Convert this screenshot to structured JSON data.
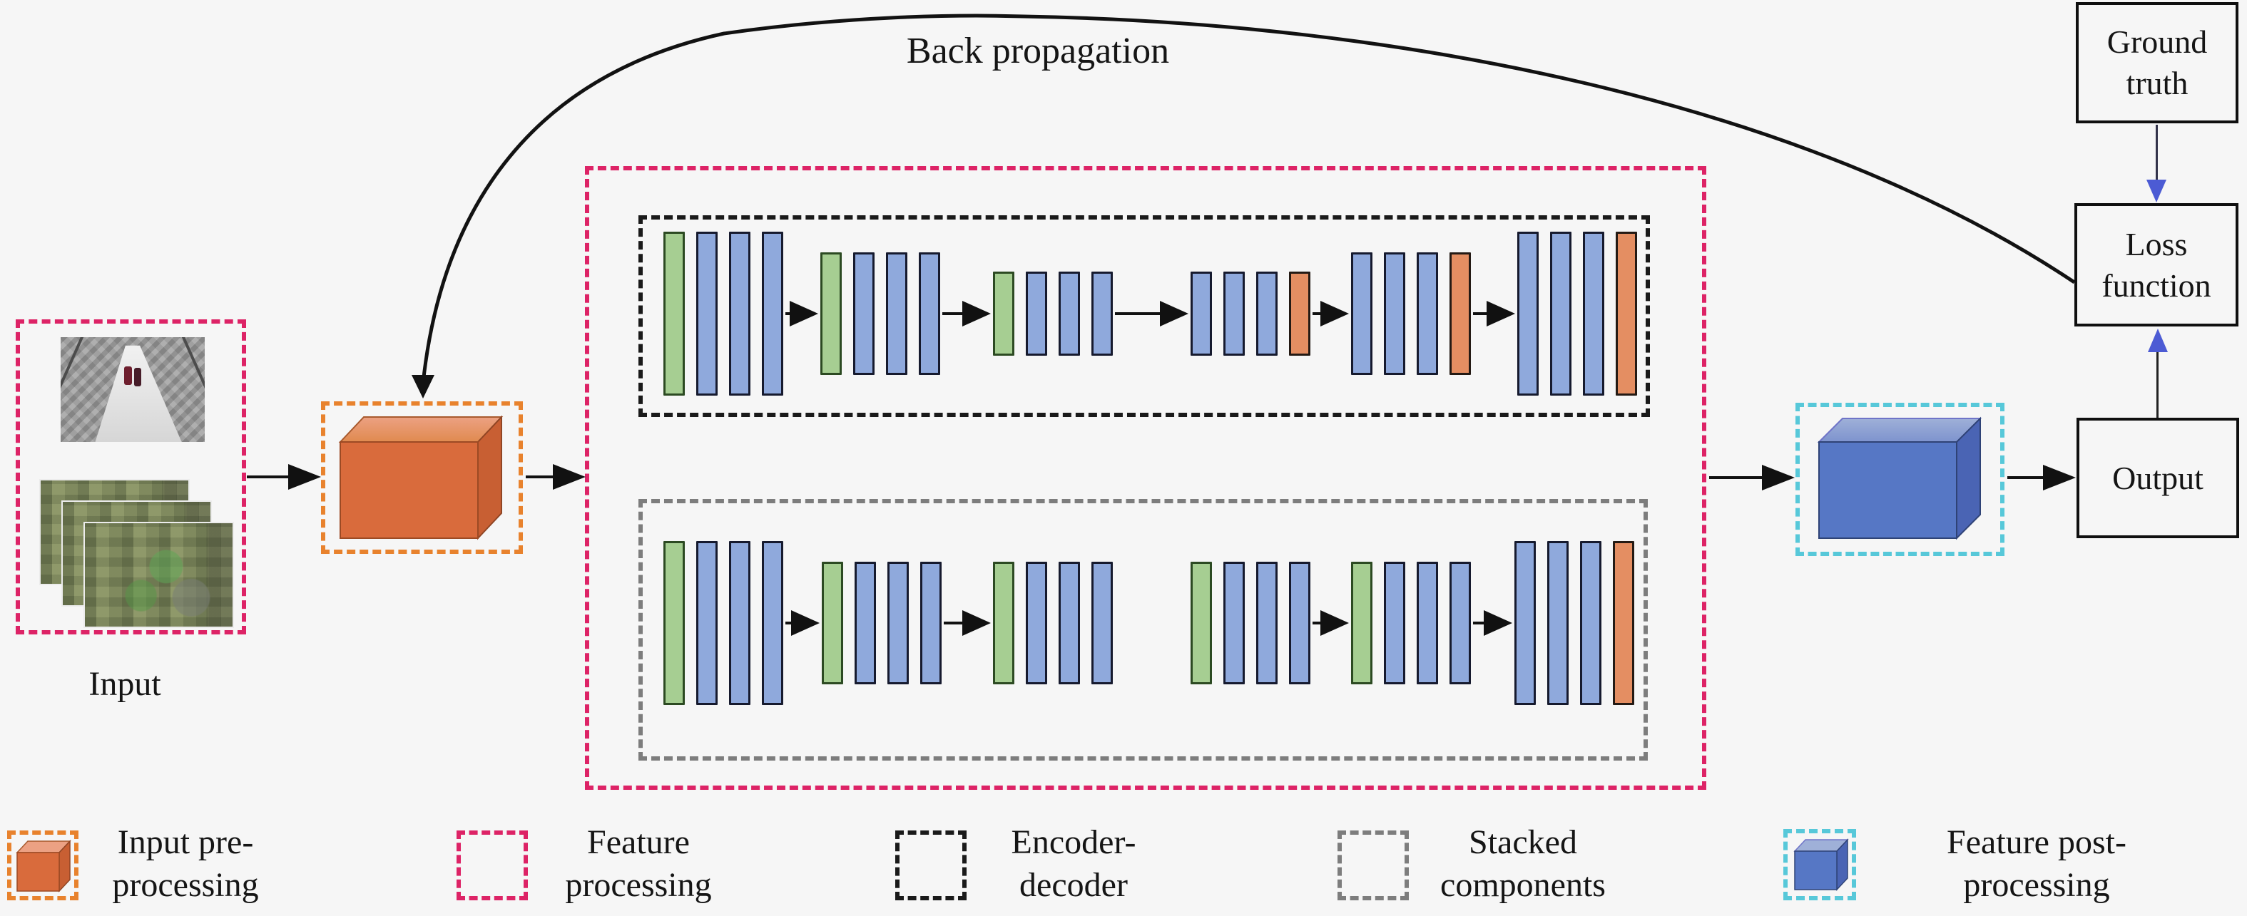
{
  "background": "#f6f6f6",
  "palette": {
    "bar_green": "#a6ce92",
    "bar_blue": "#8fa9dc",
    "bar_orange": "#e48e62",
    "dash_crimson": "#DD2366",
    "dash_orange": "#E8822D",
    "dash_cyan": "#57C8D9",
    "dash_black": "#1a1a1a",
    "dash_gray": "#7d7d7d",
    "arrow_black": "#111111",
    "arrow_blue": "#4C5BD4",
    "cube_orange": {
      "front": "#D96B3C",
      "top": "#ECA183",
      "top2": "#E08A4F",
      "right": "#C85F33",
      "edge": "#8f4категория"
    },
    "cube_blue": {
      "front": "#5677C5",
      "top": "#9FB0D8",
      "top2": "#7E93CE",
      "right": "#4A64B4"
    }
  },
  "back_propagation_label": "Back propagation",
  "input": {
    "label": "Input"
  },
  "nodes": {
    "ground_truth": "Ground truth",
    "loss_function": "Loss function",
    "output": "Output"
  },
  "rows": {
    "encoder_decoder": {
      "name": "Encoder-decoder",
      "groups": [
        {
          "bars": [
            "green",
            "blue",
            "blue",
            "blue"
          ],
          "size": "xl"
        },
        {
          "bars": [
            "green",
            "blue",
            "blue",
            "blue"
          ],
          "size": "l"
        },
        {
          "bars": [
            "green",
            "blue",
            "blue",
            "blue"
          ],
          "size": "m"
        },
        {
          "bars": [
            "blue",
            "blue",
            "blue",
            "orange"
          ],
          "size": "m"
        },
        {
          "bars": [
            "blue",
            "blue",
            "blue",
            "orange"
          ],
          "size": "l"
        },
        {
          "bars": [
            "blue",
            "blue",
            "blue",
            "orange"
          ],
          "size": "xl"
        }
      ],
      "arrows_after": [
        0,
        1,
        2,
        3,
        4
      ]
    },
    "stacked": {
      "name": "Stacked components",
      "groups": [
        {
          "bars": [
            "green",
            "blue",
            "blue",
            "blue"
          ],
          "size": "xl"
        },
        {
          "bars": [
            "green",
            "blue",
            "blue",
            "blue"
          ],
          "size": "l"
        },
        {
          "bars": [
            "green",
            "blue",
            "blue",
            "blue"
          ],
          "size": "l"
        },
        {
          "bars": [
            "green",
            "blue",
            "blue",
            "blue"
          ],
          "size": "l"
        },
        {
          "bars": [
            "green",
            "blue",
            "blue",
            "blue"
          ],
          "size": "l"
        },
        {
          "bars": [
            "blue",
            "blue",
            "blue",
            "orange"
          ],
          "size": "xl"
        }
      ],
      "arrows_after": [
        0,
        1,
        3,
        4
      ]
    }
  },
  "legend": {
    "items": [
      {
        "id": "input-preprocessing",
        "swatch": "cube-orange",
        "lines": [
          "Input pre-",
          "processing"
        ]
      },
      {
        "id": "feature-processing",
        "swatch": "dashed-crimson",
        "lines": [
          "Feature",
          "processing"
        ]
      },
      {
        "id": "encoder-decoder",
        "swatch": "dashed-black",
        "lines": [
          "Encoder-",
          "decoder"
        ]
      },
      {
        "id": "stacked-components",
        "swatch": "dashed-gray",
        "lines": [
          "Stacked",
          "components"
        ]
      },
      {
        "id": "feature-postprocessing",
        "swatch": "cube-blue",
        "lines": [
          "Feature post-",
          "processing"
        ]
      }
    ]
  }
}
